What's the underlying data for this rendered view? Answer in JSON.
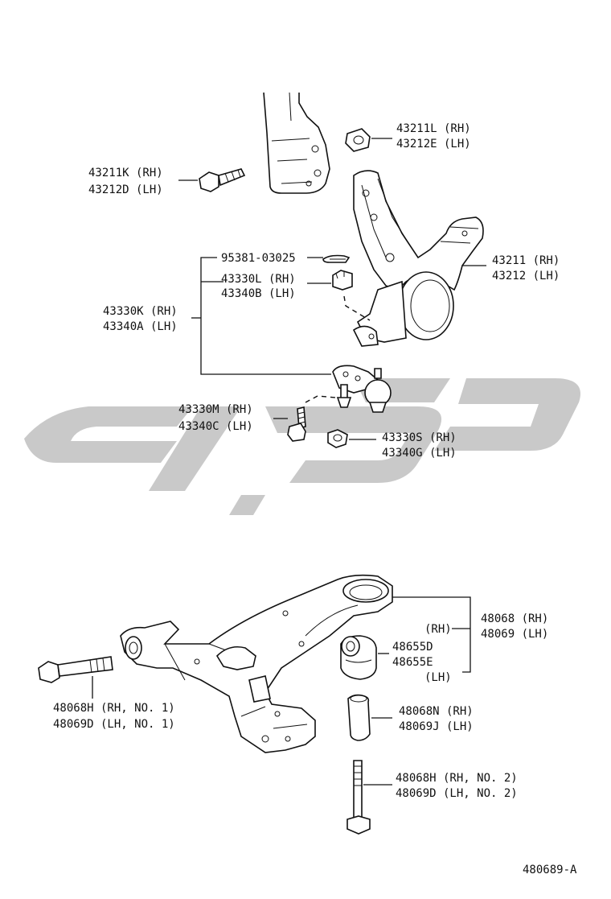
{
  "parts": {
    "nut_43211L": "43211L (RH)",
    "nut_43212E": "43212E (LH)",
    "bolt_43211K": "43211K (RH)",
    "bolt_43212D": "43212D (LH)",
    "pin_95381": "95381-03025",
    "nut_43330L": "43330L (RH)",
    "nut_43340B": "43340B (LH)",
    "joint_43330K": "43330K (RH)",
    "joint_43340A": "43340A (LH)",
    "knuckle_43211": "43211 (RH)",
    "knuckle_43212": "43212 (LH)",
    "bolt_43330M": "43330M (RH)",
    "bolt_43340C": "43340C (LH)",
    "nut_43330S": "43330S (RH)",
    "nut_43340G": "43340G (LH)",
    "arm_48068": "48068 (RH)",
    "arm_48069": "48069 (LH)",
    "bush_rh_tag": "(RH)",
    "bush_48655D": "48655D",
    "bush_48655E": "48655E",
    "bush_lh_tag": "(LH)",
    "bolt1_48068H": "48068H (RH, NO. 1)",
    "bolt1_48069D": "48069D (LH, NO. 1)",
    "collar_48068N": "48068N (RH)",
    "collar_48069J": "48069J (LH)",
    "bolt2_48068H": "48068H (RH, NO. 2)",
    "bolt2_48069D": "48069D (LH, NO. 2)"
  },
  "figure_code": "480689-A",
  "watermark_color": "#c9c9c9"
}
